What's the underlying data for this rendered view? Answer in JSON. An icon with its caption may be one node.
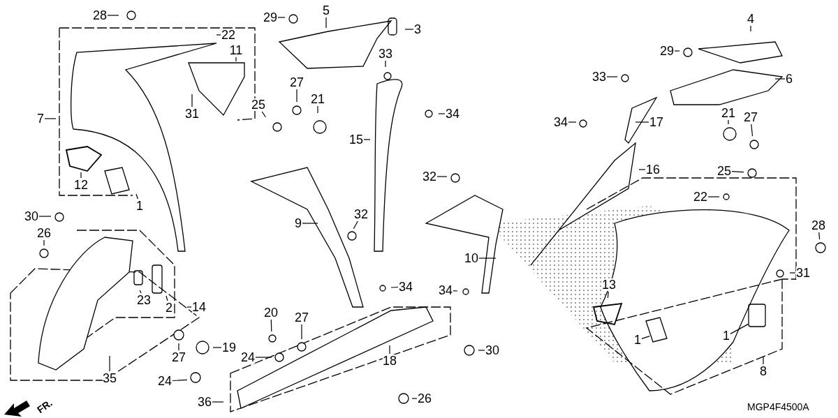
{
  "diagram": {
    "nodes": [
      {
        "text": [
          "28"
        ]
      },
      {
        "text": [
          "29"
        ]
      },
      {
        "text": [
          "5"
        ]
      },
      {
        "text": [
          "3"
        ]
      },
      {
        "text": [
          "22"
        ]
      },
      {
        "text": [
          "11"
        ]
      },
      {
        "text": [
          "33"
        ]
      },
      {
        "text": [
          "4"
        ]
      },
      {
        "text": [
          "29"
        ]
      },
      {
        "text": [
          "33"
        ]
      },
      {
        "text": [
          "6"
        ]
      },
      {
        "text": [
          "27"
        ]
      },
      {
        "text": [
          "21"
        ]
      },
      {
        "text": [
          "25"
        ]
      },
      {
        "text": [
          "31"
        ]
      },
      {
        "text": [
          "7"
        ]
      },
      {
        "text": [
          "34"
        ]
      },
      {
        "text": [
          "34"
        ]
      },
      {
        "text": [
          "17"
        ]
      },
      {
        "text": [
          "21"
        ]
      },
      {
        "text": [
          "27"
        ]
      },
      {
        "text": [
          "15"
        ]
      },
      {
        "text": [
          "16"
        ]
      },
      {
        "text": [
          "32"
        ]
      },
      {
        "text": [
          "25"
        ]
      },
      {
        "text": [
          "12"
        ]
      },
      {
        "text": [
          "22"
        ]
      },
      {
        "text": [
          "1"
        ]
      },
      {
        "text": [
          "30"
        ]
      },
      {
        "text": [
          "32"
        ]
      },
      {
        "text": [
          "9"
        ]
      },
      {
        "text": [
          "28"
        ]
      },
      {
        "text": [
          "26"
        ]
      },
      {
        "text": [
          "10"
        ]
      },
      {
        "text": [
          "31"
        ]
      },
      {
        "text": [
          "34"
        ]
      },
      {
        "text": [
          "34"
        ]
      },
      {
        "text": [
          "13"
        ]
      },
      {
        "text": [
          "23"
        ]
      },
      {
        "text": [
          "2"
        ]
      },
      {
        "text": [
          "14"
        ]
      },
      {
        "text": [
          "20"
        ]
      },
      {
        "text": [
          "27"
        ]
      },
      {
        "text": [
          "1"
        ]
      },
      {
        "text": [
          "1"
        ]
      },
      {
        "text": [
          "19"
        ]
      },
      {
        "text": [
          "24"
        ]
      },
      {
        "text": [
          "27"
        ]
      },
      {
        "text": [
          "30"
        ]
      },
      {
        "text": [
          "18"
        ]
      },
      {
        "text": [
          "35"
        ]
      },
      {
        "text": [
          "8"
        ]
      },
      {
        "text": [
          "24"
        ]
      },
      {
        "text": [
          "36"
        ]
      },
      {
        "text": [
          "26"
        ]
      }
    ],
    "edges": [
      {
        "from": 0,
        "to": null,
        "arrow": "none"
      },
      {
        "from": 1,
        "to": null,
        "arrow": "none"
      },
      {
        "from": 2,
        "to": null,
        "arrow": "none"
      },
      {
        "from": 3,
        "to": null,
        "arrow": "none"
      },
      {
        "from": 4,
        "to": null,
        "arrow": "none"
      },
      {
        "from": 5,
        "to": null,
        "arrow": "none"
      },
      {
        "from": 6,
        "to": null,
        "arrow": "none"
      },
      {
        "from": 7,
        "to": null,
        "arrow": "none"
      },
      {
        "from": 8,
        "to": null,
        "arrow": "none"
      },
      {
        "from": 9,
        "to": null,
        "arrow": "none"
      },
      {
        "from": 10,
        "to": null,
        "arrow": "none"
      },
      {
        "from": 11,
        "to": null,
        "arrow": "none"
      },
      {
        "from": 12,
        "to": null,
        "arrow": "none"
      },
      {
        "from": 13,
        "to": null,
        "arrow": "none"
      },
      {
        "from": 14,
        "to": null,
        "arrow": "none"
      },
      {
        "from": 15,
        "to": null,
        "arrow": "none"
      },
      {
        "from": 16,
        "to": null,
        "arrow": "none"
      },
      {
        "from": 17,
        "to": null,
        "arrow": "none"
      },
      {
        "from": 18,
        "to": null,
        "arrow": "none"
      },
      {
        "from": 19,
        "to": null,
        "arrow": "none"
      },
      {
        "from": 20,
        "to": null,
        "arrow": "none"
      },
      {
        "from": 21,
        "to": null,
        "arrow": "none"
      },
      {
        "from": 22,
        "to": null,
        "arrow": "none"
      },
      {
        "from": 23,
        "to": null,
        "arrow": "none"
      },
      {
        "from": 24,
        "to": null,
        "arrow": "none"
      },
      {
        "from": 25,
        "to": null,
        "arrow": "none"
      },
      {
        "from": 26,
        "to": null,
        "arrow": "none"
      },
      {
        "from": 27,
        "to": null,
        "arrow": "none"
      },
      {
        "from": 28,
        "to": null,
        "arrow": "none"
      },
      {
        "from": 29,
        "to": null,
        "arrow": "none"
      },
      {
        "from": 30,
        "to": null,
        "arrow": "none"
      },
      {
        "from": 31,
        "to": null,
        "arrow": "none"
      },
      {
        "from": 32,
        "to": null,
        "arrow": "none"
      },
      {
        "from": 33,
        "to": null,
        "arrow": "none"
      },
      {
        "from": 34,
        "to": null,
        "arrow": "none"
      },
      {
        "from": 35,
        "to": null,
        "arrow": "none"
      },
      {
        "from": 36,
        "to": null,
        "arrow": "none"
      },
      {
        "from": 37,
        "to": null,
        "arrow": "none"
      },
      {
        "from": 38,
        "to": null,
        "arrow": "none"
      },
      {
        "from": 39,
        "to": null,
        "arrow": "none"
      },
      {
        "from": 40,
        "to": null,
        "arrow": "none"
      },
      {
        "from": 41,
        "to": null,
        "arrow": "none"
      },
      {
        "from": 42,
        "to": null,
        "arrow": "none"
      },
      {
        "from": 43,
        "to": null,
        "arrow": "none"
      },
      {
        "from": 44,
        "to": null,
        "arrow": "none"
      },
      {
        "from": 45,
        "to": null,
        "arrow": "none"
      },
      {
        "from": 46,
        "to": null,
        "arrow": "none"
      },
      {
        "from": 47,
        "to": null,
        "arrow": "none"
      },
      {
        "from": 48,
        "to": null,
        "arrow": "none"
      },
      {
        "from": 49,
        "to": null,
        "arrow": "none"
      },
      {
        "from": 50,
        "to": null,
        "arrow": "none"
      },
      {
        "from": 51,
        "to": null,
        "arrow": "none"
      },
      {
        "from": 52,
        "to": null,
        "arrow": "none"
      },
      {
        "from": 53,
        "to": null,
        "arrow": "none"
      },
      {
        "from": 54,
        "to": null,
        "arrow": "none"
      }
    ],
    "labels": [
      "FR.",
      "MGP4F4500A"
    ]
  }
}
